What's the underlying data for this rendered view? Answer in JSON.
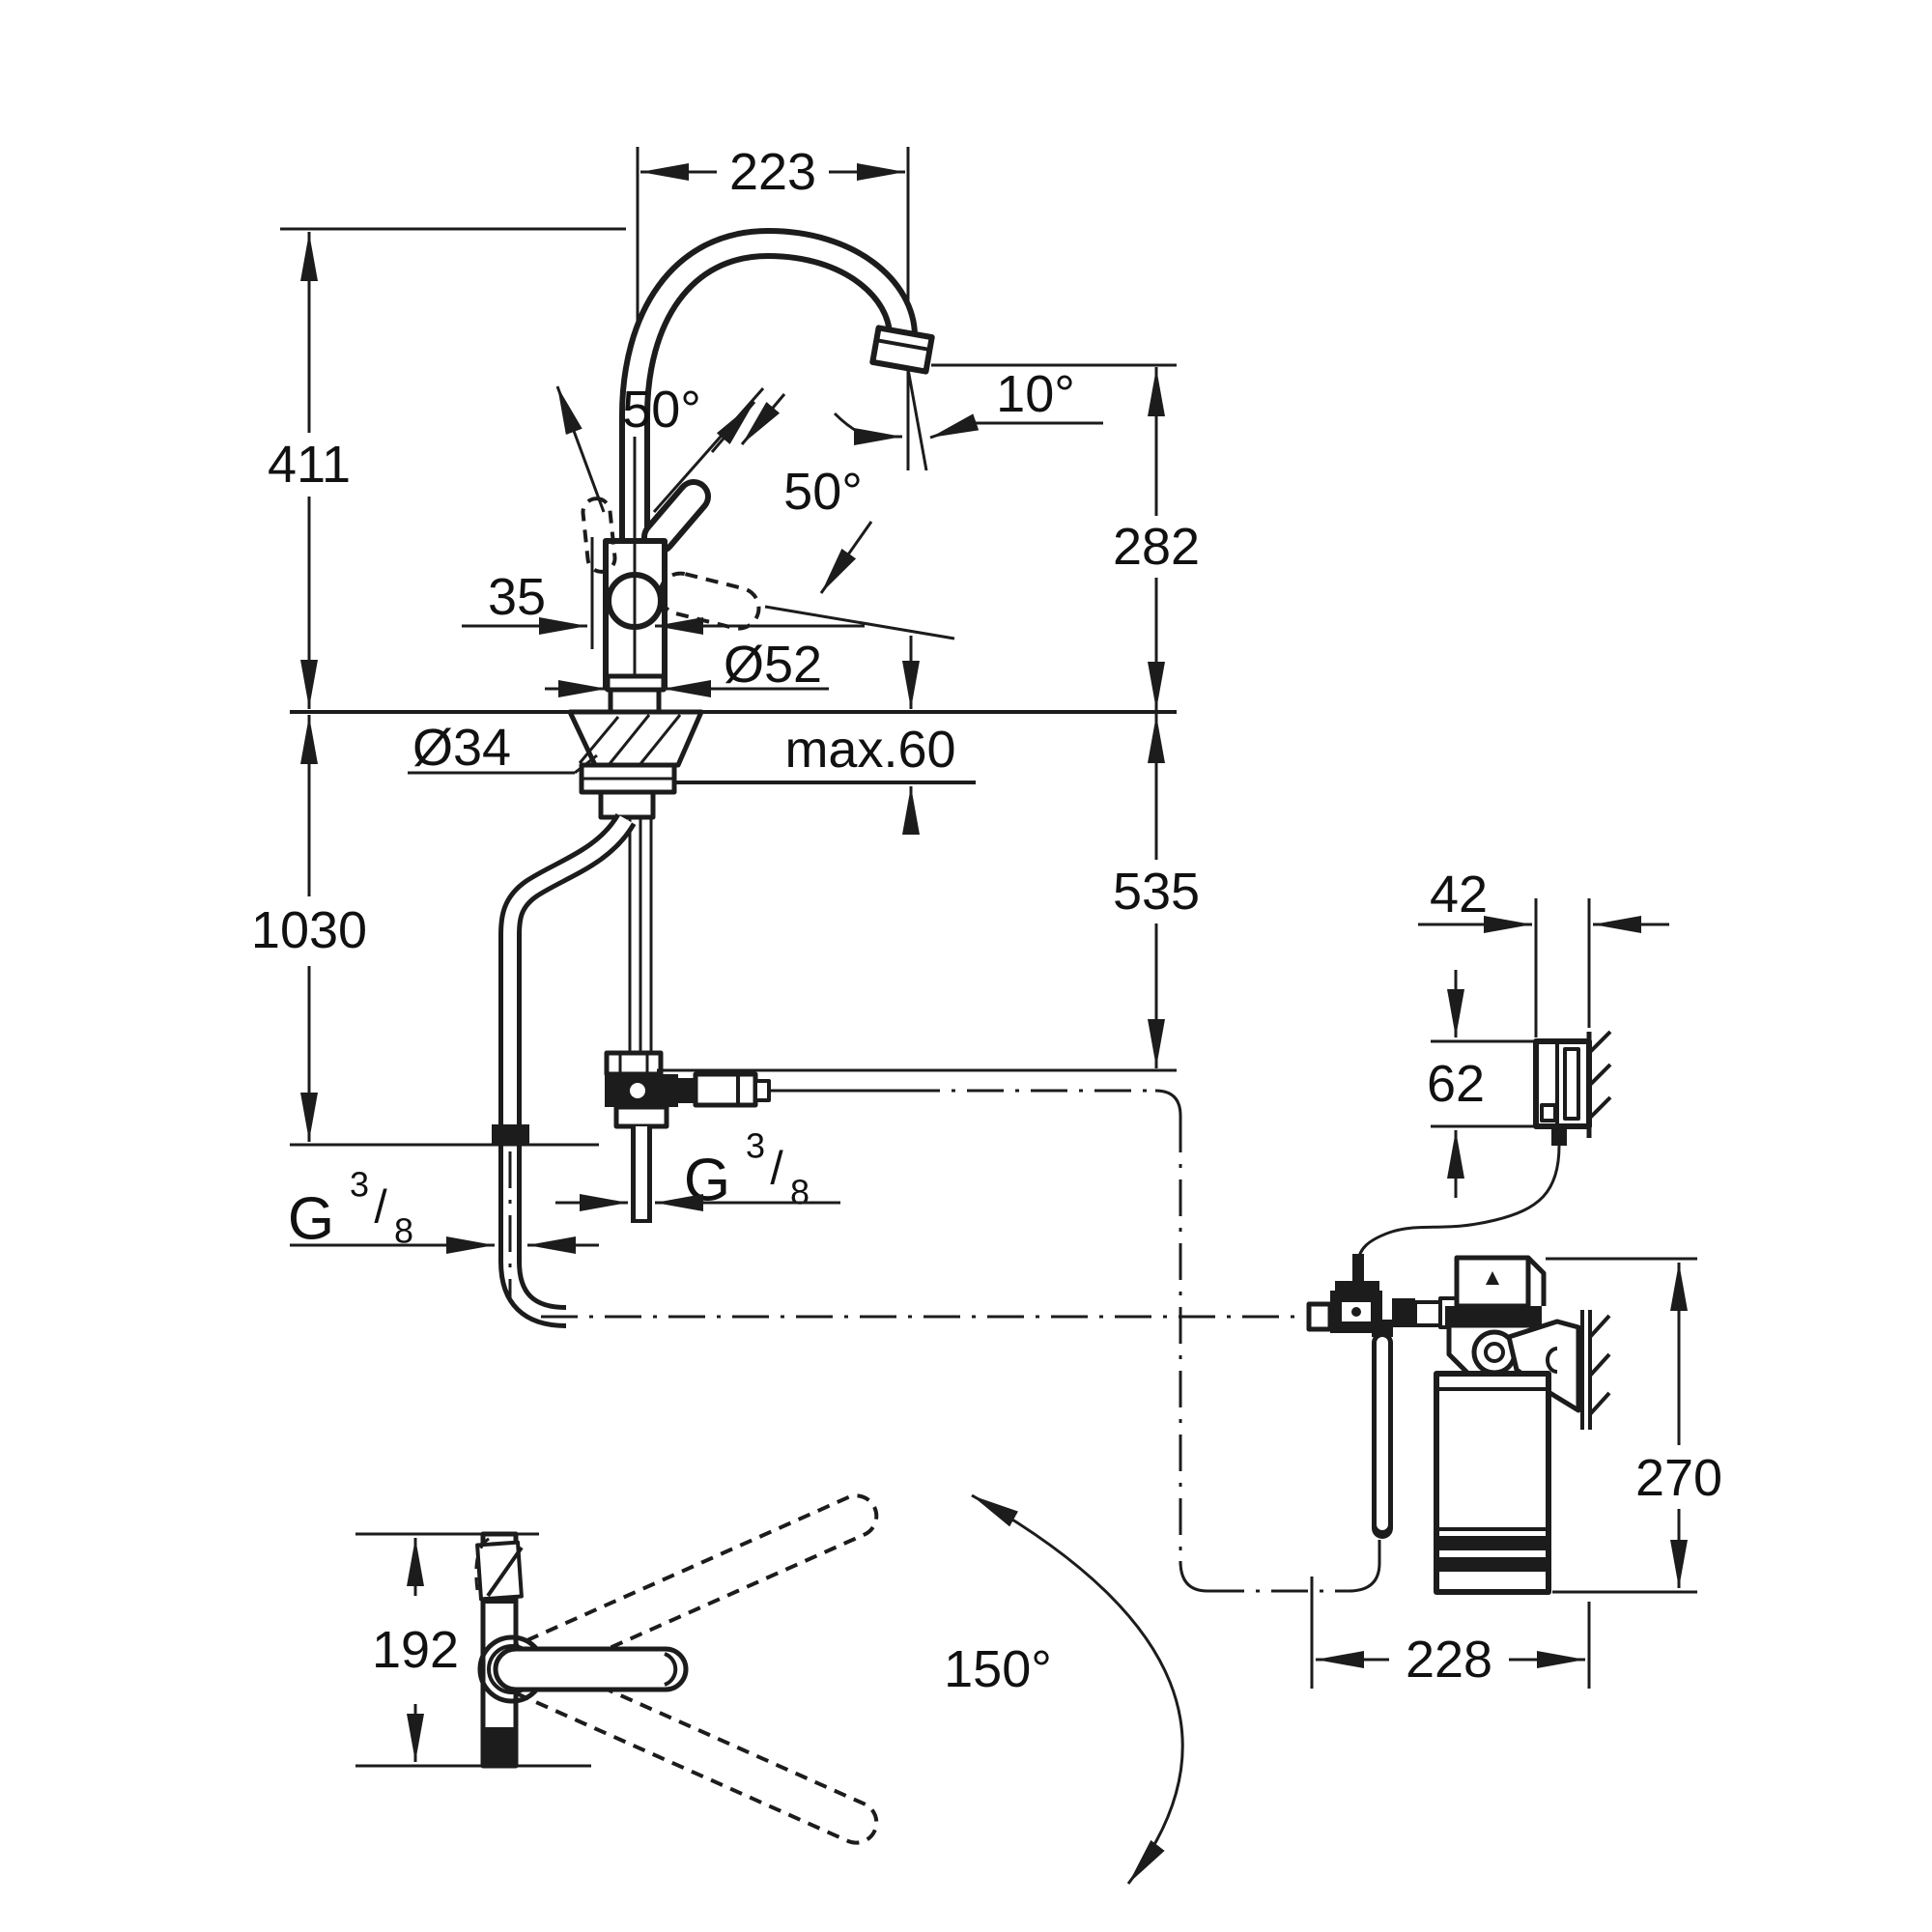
{
  "drawing": {
    "type": "technical installation drawing",
    "subject": "kitchen mixer faucet with under-sink filter system",
    "background_color": "#ffffff",
    "line_color": "#1c1c1c"
  },
  "labels": {
    "spout_reach": "223",
    "height_above_top_ref": "411",
    "swivel_upper": "50°",
    "swivel_lower": "50°",
    "spout_tip_angle": "10°",
    "outlet_height": "282",
    "handle_offset": "35",
    "shank_dia": "Ø52",
    "hole_dia": "Ø34",
    "counter_thickness": "max.60",
    "under_counter_height": "535",
    "hose_length": "1030",
    "box_width": "42",
    "box_height": "62",
    "filter_height": "270",
    "filter_depth": "228",
    "body_depth": "192",
    "swivel_range": "150°",
    "thread_g": "G",
    "thread_num": "3",
    "thread_slash": "/",
    "thread_den": "8"
  }
}
